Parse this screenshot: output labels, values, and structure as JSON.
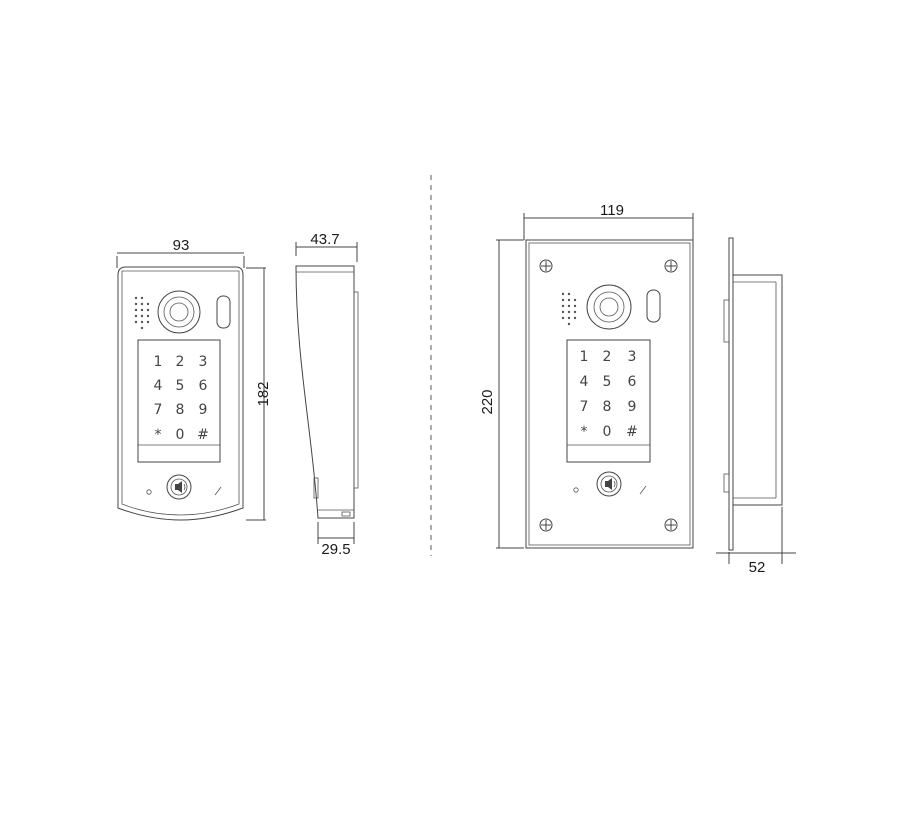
{
  "surface_unit": {
    "width": "93",
    "height": "182",
    "side_depth_top": "43.7",
    "side_depth_bottom": "29.5",
    "keypad": [
      "1",
      "2",
      "3",
      "4",
      "5",
      "6",
      "7",
      "8",
      "9",
      "*",
      "0",
      "#"
    ]
  },
  "flush_unit": {
    "width": "119",
    "height": "220",
    "side_depth": "52",
    "keypad": [
      "1",
      "2",
      "3",
      "4",
      "5",
      "6",
      "7",
      "8",
      "9",
      "*",
      "0",
      "#"
    ]
  }
}
